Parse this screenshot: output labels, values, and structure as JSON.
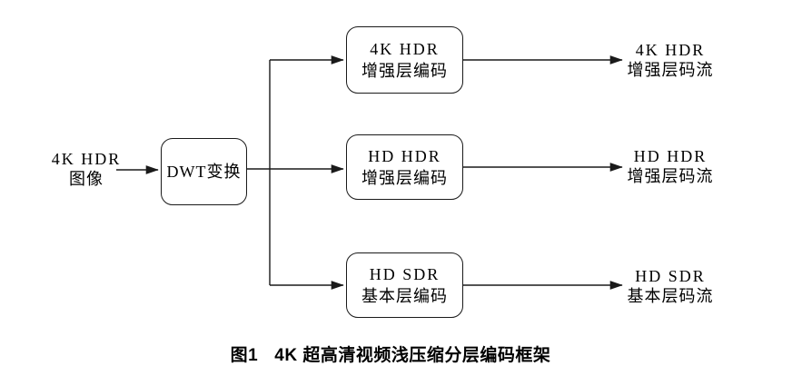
{
  "diagram": {
    "input": {
      "line1": "4K HDR",
      "line2": "图像"
    },
    "transform": {
      "label": "DWT变换"
    },
    "encoders": [
      {
        "line1": "4K HDR",
        "line2": "增强层编码"
      },
      {
        "line1": "HD HDR",
        "line2": "增强层编码"
      },
      {
        "line1": "HD SDR",
        "line2": "基本层编码"
      }
    ],
    "outputs": [
      {
        "line1": "4K HDR",
        "line2": "增强层码流"
      },
      {
        "line1": "HD HDR",
        "line2": "增强层码流"
      },
      {
        "line1": "HD SDR",
        "line2": "基本层码流"
      }
    ],
    "colors": {
      "line": "#1a1a1a",
      "background": "#ffffff",
      "text": "#000000"
    }
  },
  "caption": {
    "figure_label": "图1",
    "title": "4K 超高清视频浅压缩分层编码框架"
  }
}
